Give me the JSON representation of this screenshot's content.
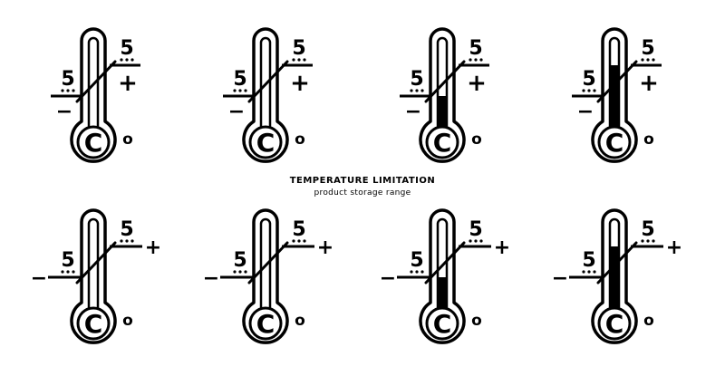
{
  "caption": {
    "title": "TEMPERATURE LIMITATION",
    "subtitle": "product storage range"
  },
  "icons": [
    {
      "low_value": "5",
      "high_value": "5",
      "minus_sign": "−",
      "plus_sign": "+",
      "unit": "C",
      "degree": "o",
      "fill_level": 0.0,
      "signs_beside_lines": false
    },
    {
      "low_value": "5",
      "high_value": "5",
      "minus_sign": "−",
      "plus_sign": "+",
      "unit": "C",
      "degree": "o",
      "fill_level": 0.0,
      "signs_beside_lines": false
    },
    {
      "low_value": "5",
      "high_value": "5",
      "minus_sign": "−",
      "plus_sign": "+",
      "unit": "C",
      "degree": "o",
      "fill_level": 0.5,
      "signs_beside_lines": false
    },
    {
      "low_value": "5",
      "high_value": "5",
      "minus_sign": "−",
      "plus_sign": "+",
      "unit": "C",
      "degree": "o",
      "fill_level": 1.0,
      "signs_beside_lines": false
    },
    {
      "low_value": "5",
      "high_value": "5",
      "minus_sign": "−",
      "plus_sign": "+",
      "unit": "C",
      "degree": "o",
      "fill_level": 0.0,
      "signs_beside_lines": true
    },
    {
      "low_value": "5",
      "high_value": "5",
      "minus_sign": "−",
      "plus_sign": "+",
      "unit": "C",
      "degree": "o",
      "fill_level": 0.0,
      "signs_beside_lines": true
    },
    {
      "low_value": "5",
      "high_value": "5",
      "minus_sign": "−",
      "plus_sign": "+",
      "unit": "C",
      "degree": "o",
      "fill_level": 0.5,
      "signs_beside_lines": true
    },
    {
      "low_value": "5",
      "high_value": "5",
      "minus_sign": "−",
      "plus_sign": "+",
      "unit": "C",
      "degree": "o",
      "fill_level": 1.0,
      "signs_beside_lines": true
    }
  ],
  "colors": {
    "ink": "#000000",
    "background": "#ffffff"
  }
}
